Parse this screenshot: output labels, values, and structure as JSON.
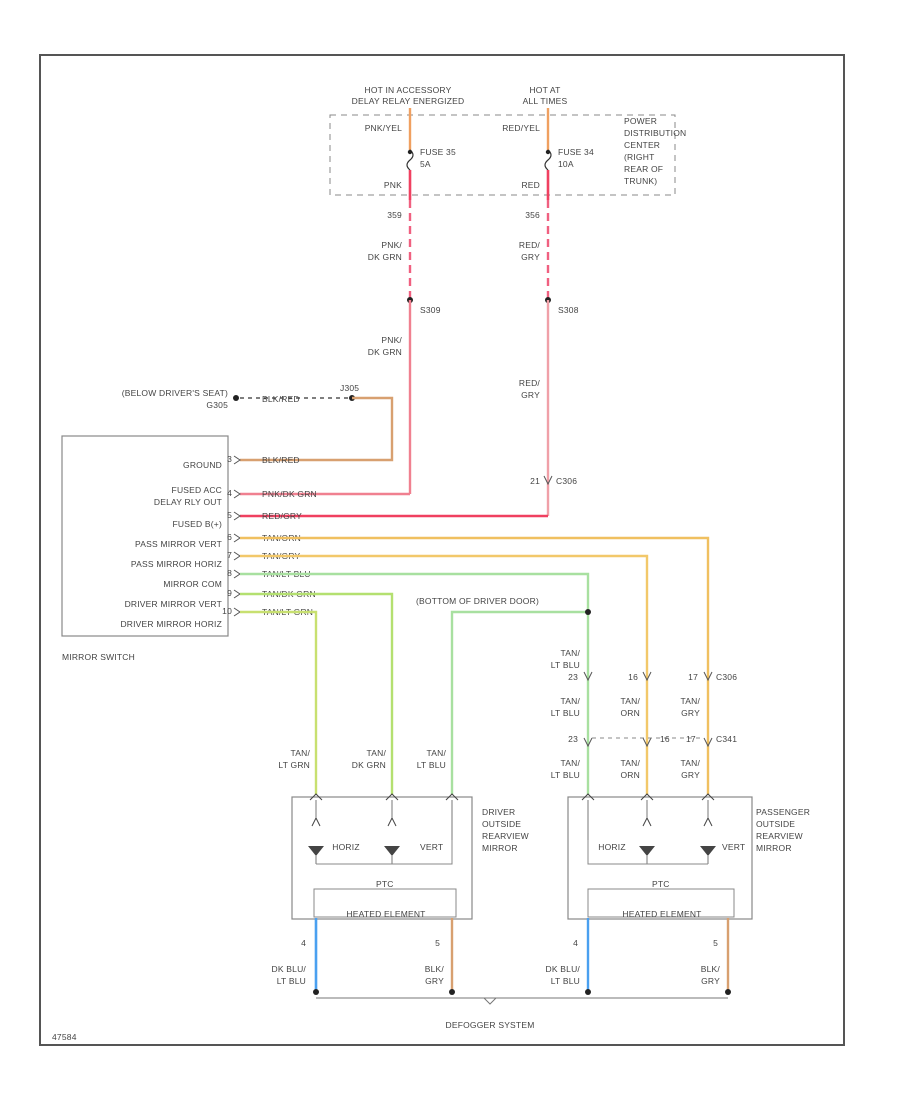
{
  "colors": {
    "pink_dkgrn": "#f08090",
    "red_gry": "#f07080",
    "blk_red": "#d8a070",
    "tan_orn": "#f0c060",
    "tan_gry": "#f2c86a",
    "tan_lt_blu": "#a8e0a0",
    "tan_dk_grn": "#b4e070",
    "tan_lt_grn": "#c8e070",
    "dk_blu_lt_blu": "#4aa0f0",
    "blk_gry": "#d8a070",
    "fuse_feed_orange": "#f0a060",
    "fuse_feed_red": "#f04060"
  },
  "texts": {
    "hot_acc_1": "HOT IN ACCESSORY",
    "hot_acc_2": "DELAY RELAY ENERGIZED",
    "hot_all_1": "HOT AT",
    "hot_all_2": "ALL TIMES",
    "pdc_1": "POWER",
    "pdc_2": "DISTRIBUTION",
    "pdc_3": "CENTER",
    "pdc_4": "(RIGHT",
    "pdc_5": "REAR OF",
    "pdc_6": "TRUNK)",
    "pnk_yel": "PNK/YEL",
    "red_yel": "RED/YEL",
    "fuse_a_1": "FUSE 35",
    "fuse_a_2": "5A",
    "fuse_b_1": "FUSE 34",
    "fuse_b_2": "10A",
    "pnk_short": "PNK",
    "red_short": "RED",
    "code_a": "359",
    "code_b": "356",
    "wire_pnk_1": "PNK/",
    "wire_pnk_2": "DK GRN",
    "wire_red_1": "RED/",
    "wire_red_2": "GRY",
    "splice_a": "S309",
    "splice_b": "S308",
    "ground_loc_1": "(BELOW DRIVER'S SEAT)",
    "ground_loc_2": "G305",
    "ground_wire": "BLK/RED",
    "ground_id": "J305",
    "pin_c306": "21",
    "conn_c306": "C306",
    "switch_labels": [
      "GROUND",
      "FUSED ACC",
      "DELAY RLY OUT",
      "FUSED B(+)",
      "PASS MIRROR VERT",
      "PASS MIRROR HORIZ",
      "MIRROR COM",
      "DRIVER MIRROR VERT",
      "DRIVER MIRROR HORIZ"
    ],
    "switch_pins": [
      "3",
      "4",
      "5",
      "6",
      "7",
      "8",
      "9",
      "10"
    ],
    "switch_wires": [
      "BLK/RED",
      "PNK/DK GRN",
      "RED/GRY",
      "TAN/ORN",
      "TAN/GRY",
      "TAN/LT BLU",
      "TAN/DK GRN",
      "TAN/LT GRN"
    ],
    "mirror_switch": "MIRROR SWITCH",
    "bottom_door": "(BOTTOM OF DRIVER DOOR)",
    "tan_1": "TAN/",
    "lt_blu": "LT BLU",
    "orn": "ORN",
    "gry": "GRY",
    "lt_grn": "LT GRN",
    "dk_grn": "DK GRN",
    "pin_23": "23",
    "pin_16": "16",
    "pin_17": "17",
    "conn_c306_b": "C306",
    "conn_c341": "C341",
    "drv_mirror_1": "DRIVER",
    "drv_mirror_2": "OUTSIDE",
    "drv_mirror_3": "REARVIEW",
    "drv_mirror_4": "MIRROR",
    "pass_mirror_1": "PASSENGER",
    "pass_mirror_2": "OUTSIDE",
    "pass_mirror_3": "REARVIEW",
    "pass_mirror_4": "MIRROR",
    "horiz": "HORIZ",
    "vert": "VERT",
    "ptc": "PTC",
    "heater": "HEATED ELEMENT",
    "pin_4": "4",
    "pin_5": "5",
    "dk_blu_1": "DK BLU/",
    "dk_blu_2": "LT BLU",
    "blk_1": "BLK/",
    "blk_2": "GRY",
    "defogger": "DEFOGGER SYSTEM",
    "figure_id": "47584"
  }
}
